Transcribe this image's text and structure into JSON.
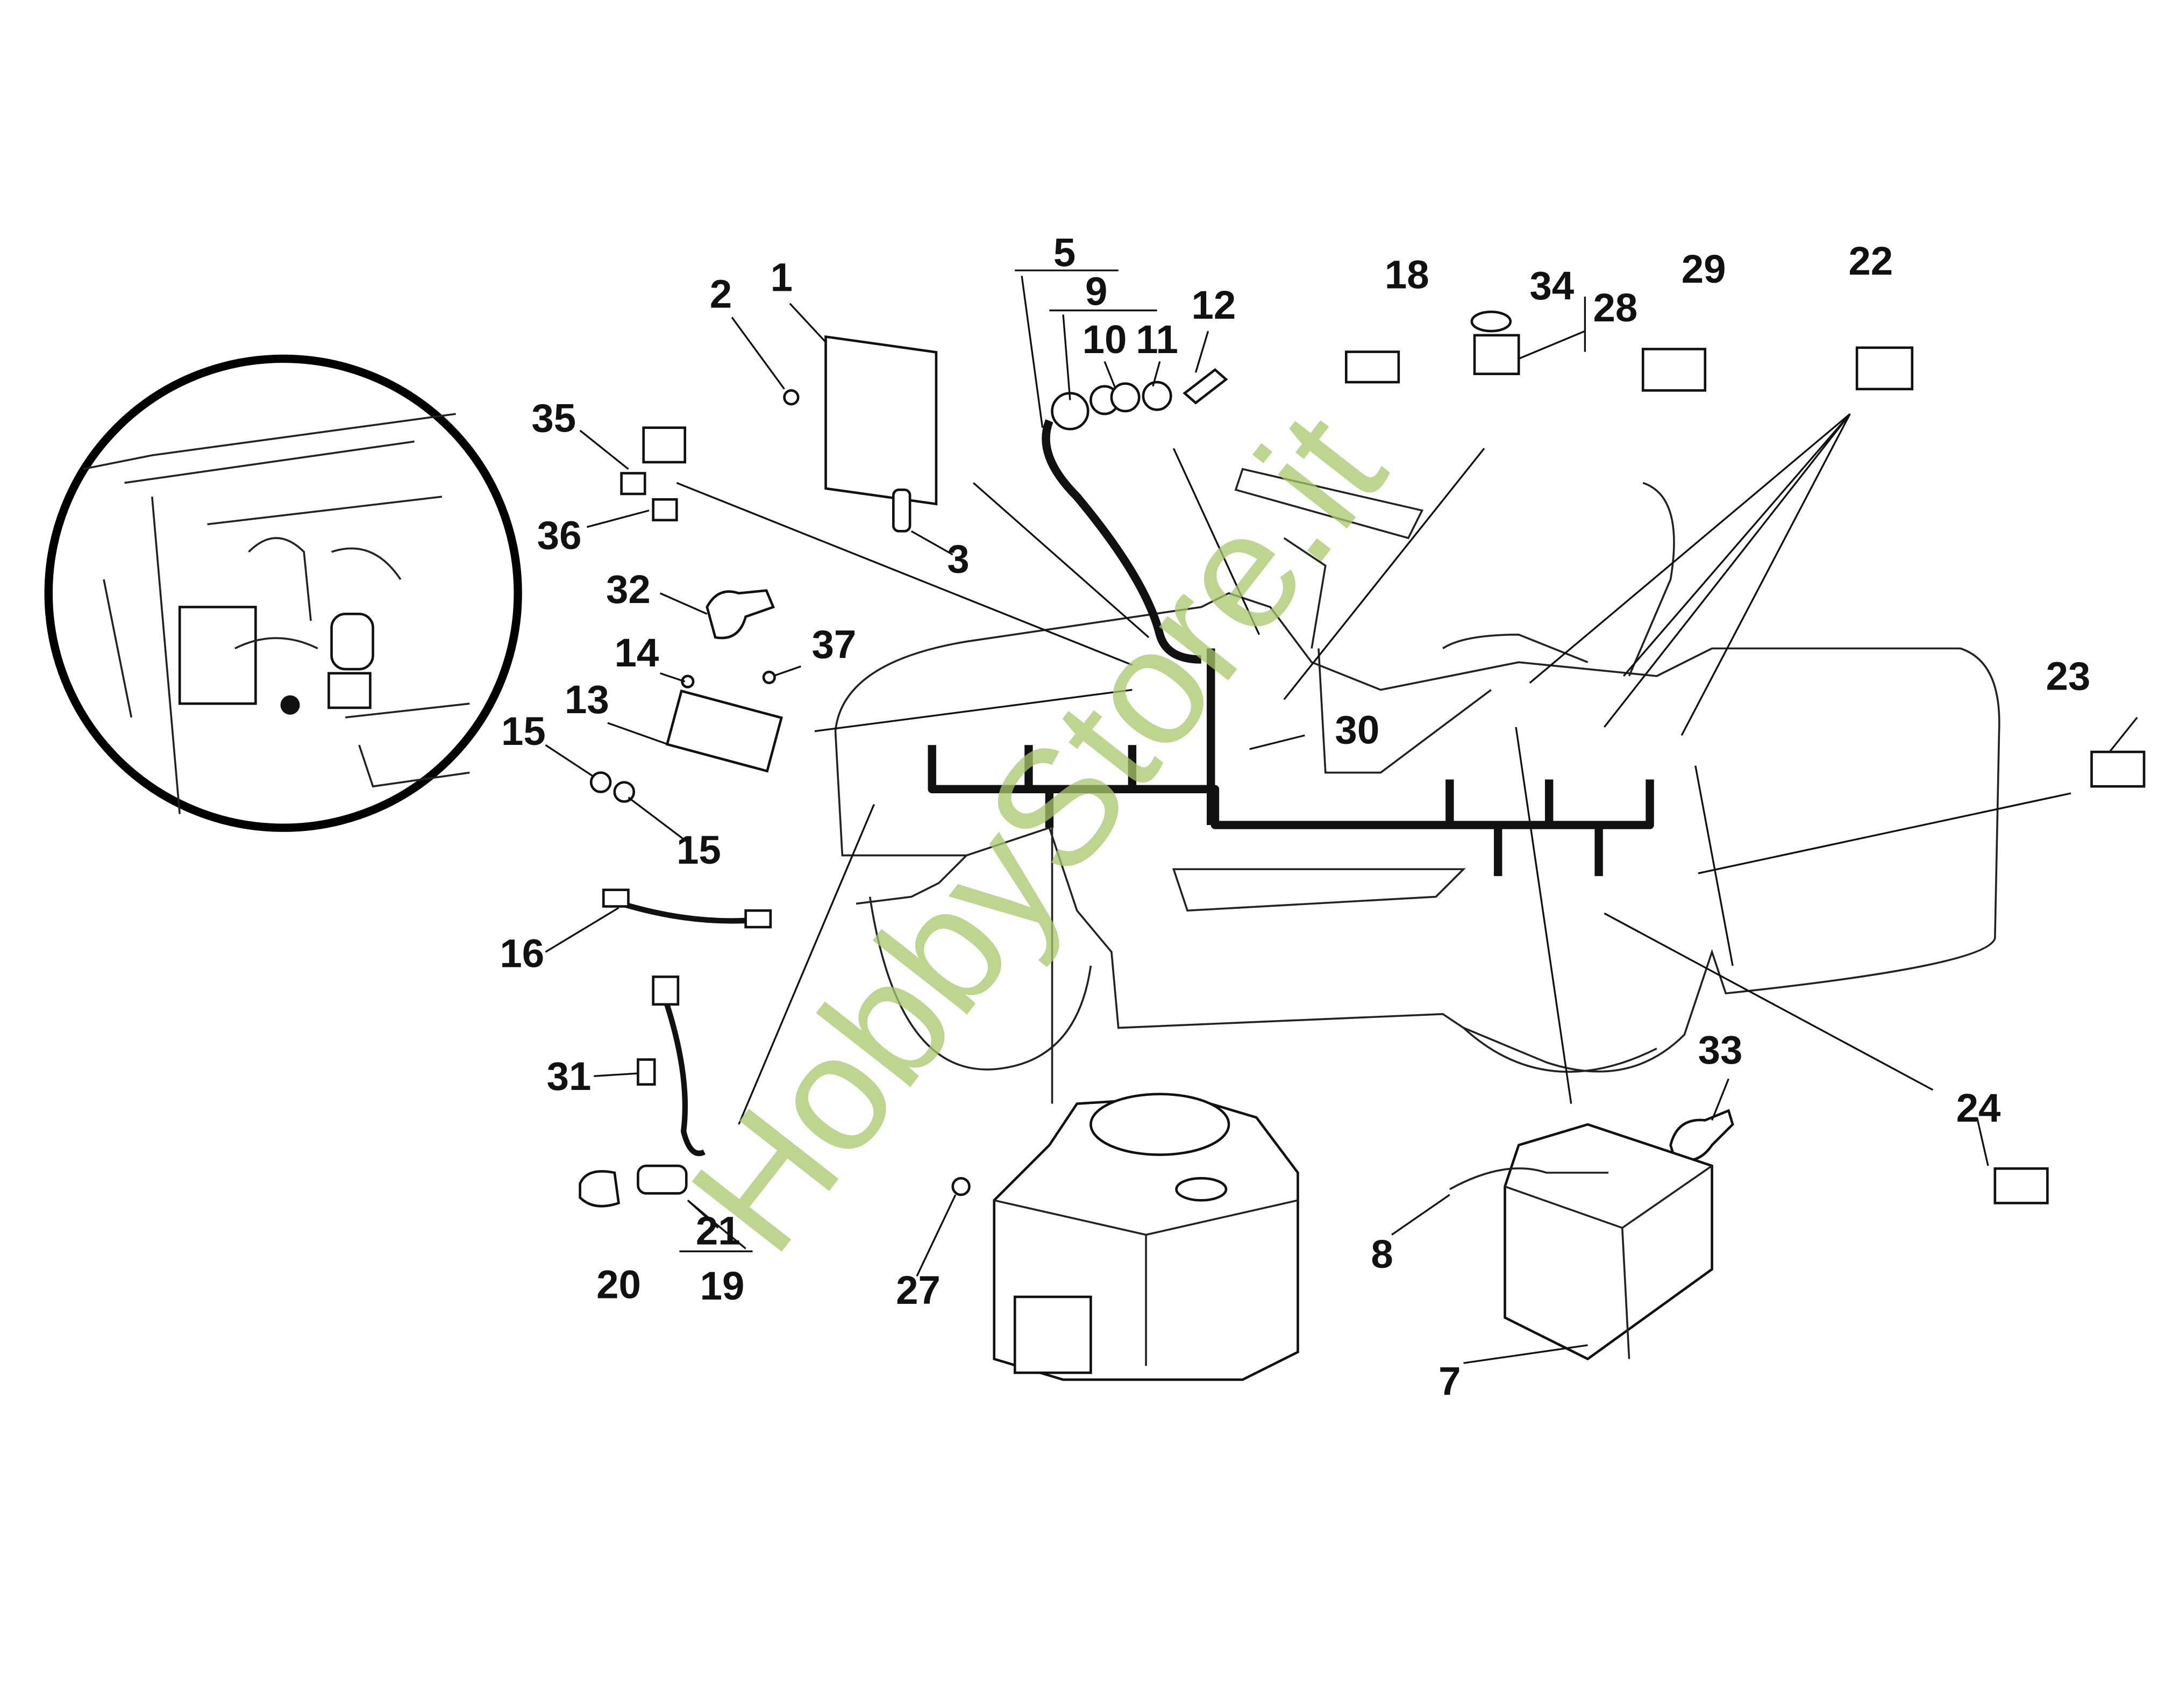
{
  "diagram": {
    "part_labels": [
      "1",
      "2",
      "3",
      "5",
      "9",
      "10",
      "11",
      "12",
      "18",
      "34",
      "28",
      "29",
      "22",
      "35",
      "36",
      "32",
      "14",
      "37",
      "13",
      "15",
      "15",
      "30",
      "23",
      "16",
      "31",
      "21",
      "19",
      "20",
      "27",
      "33",
      "24",
      "8",
      "7"
    ],
    "watermark": "HobbyStore.it",
    "colors": {
      "line": "#111111",
      "watermark": "#a9c86a",
      "background": "#ffffff"
    }
  }
}
